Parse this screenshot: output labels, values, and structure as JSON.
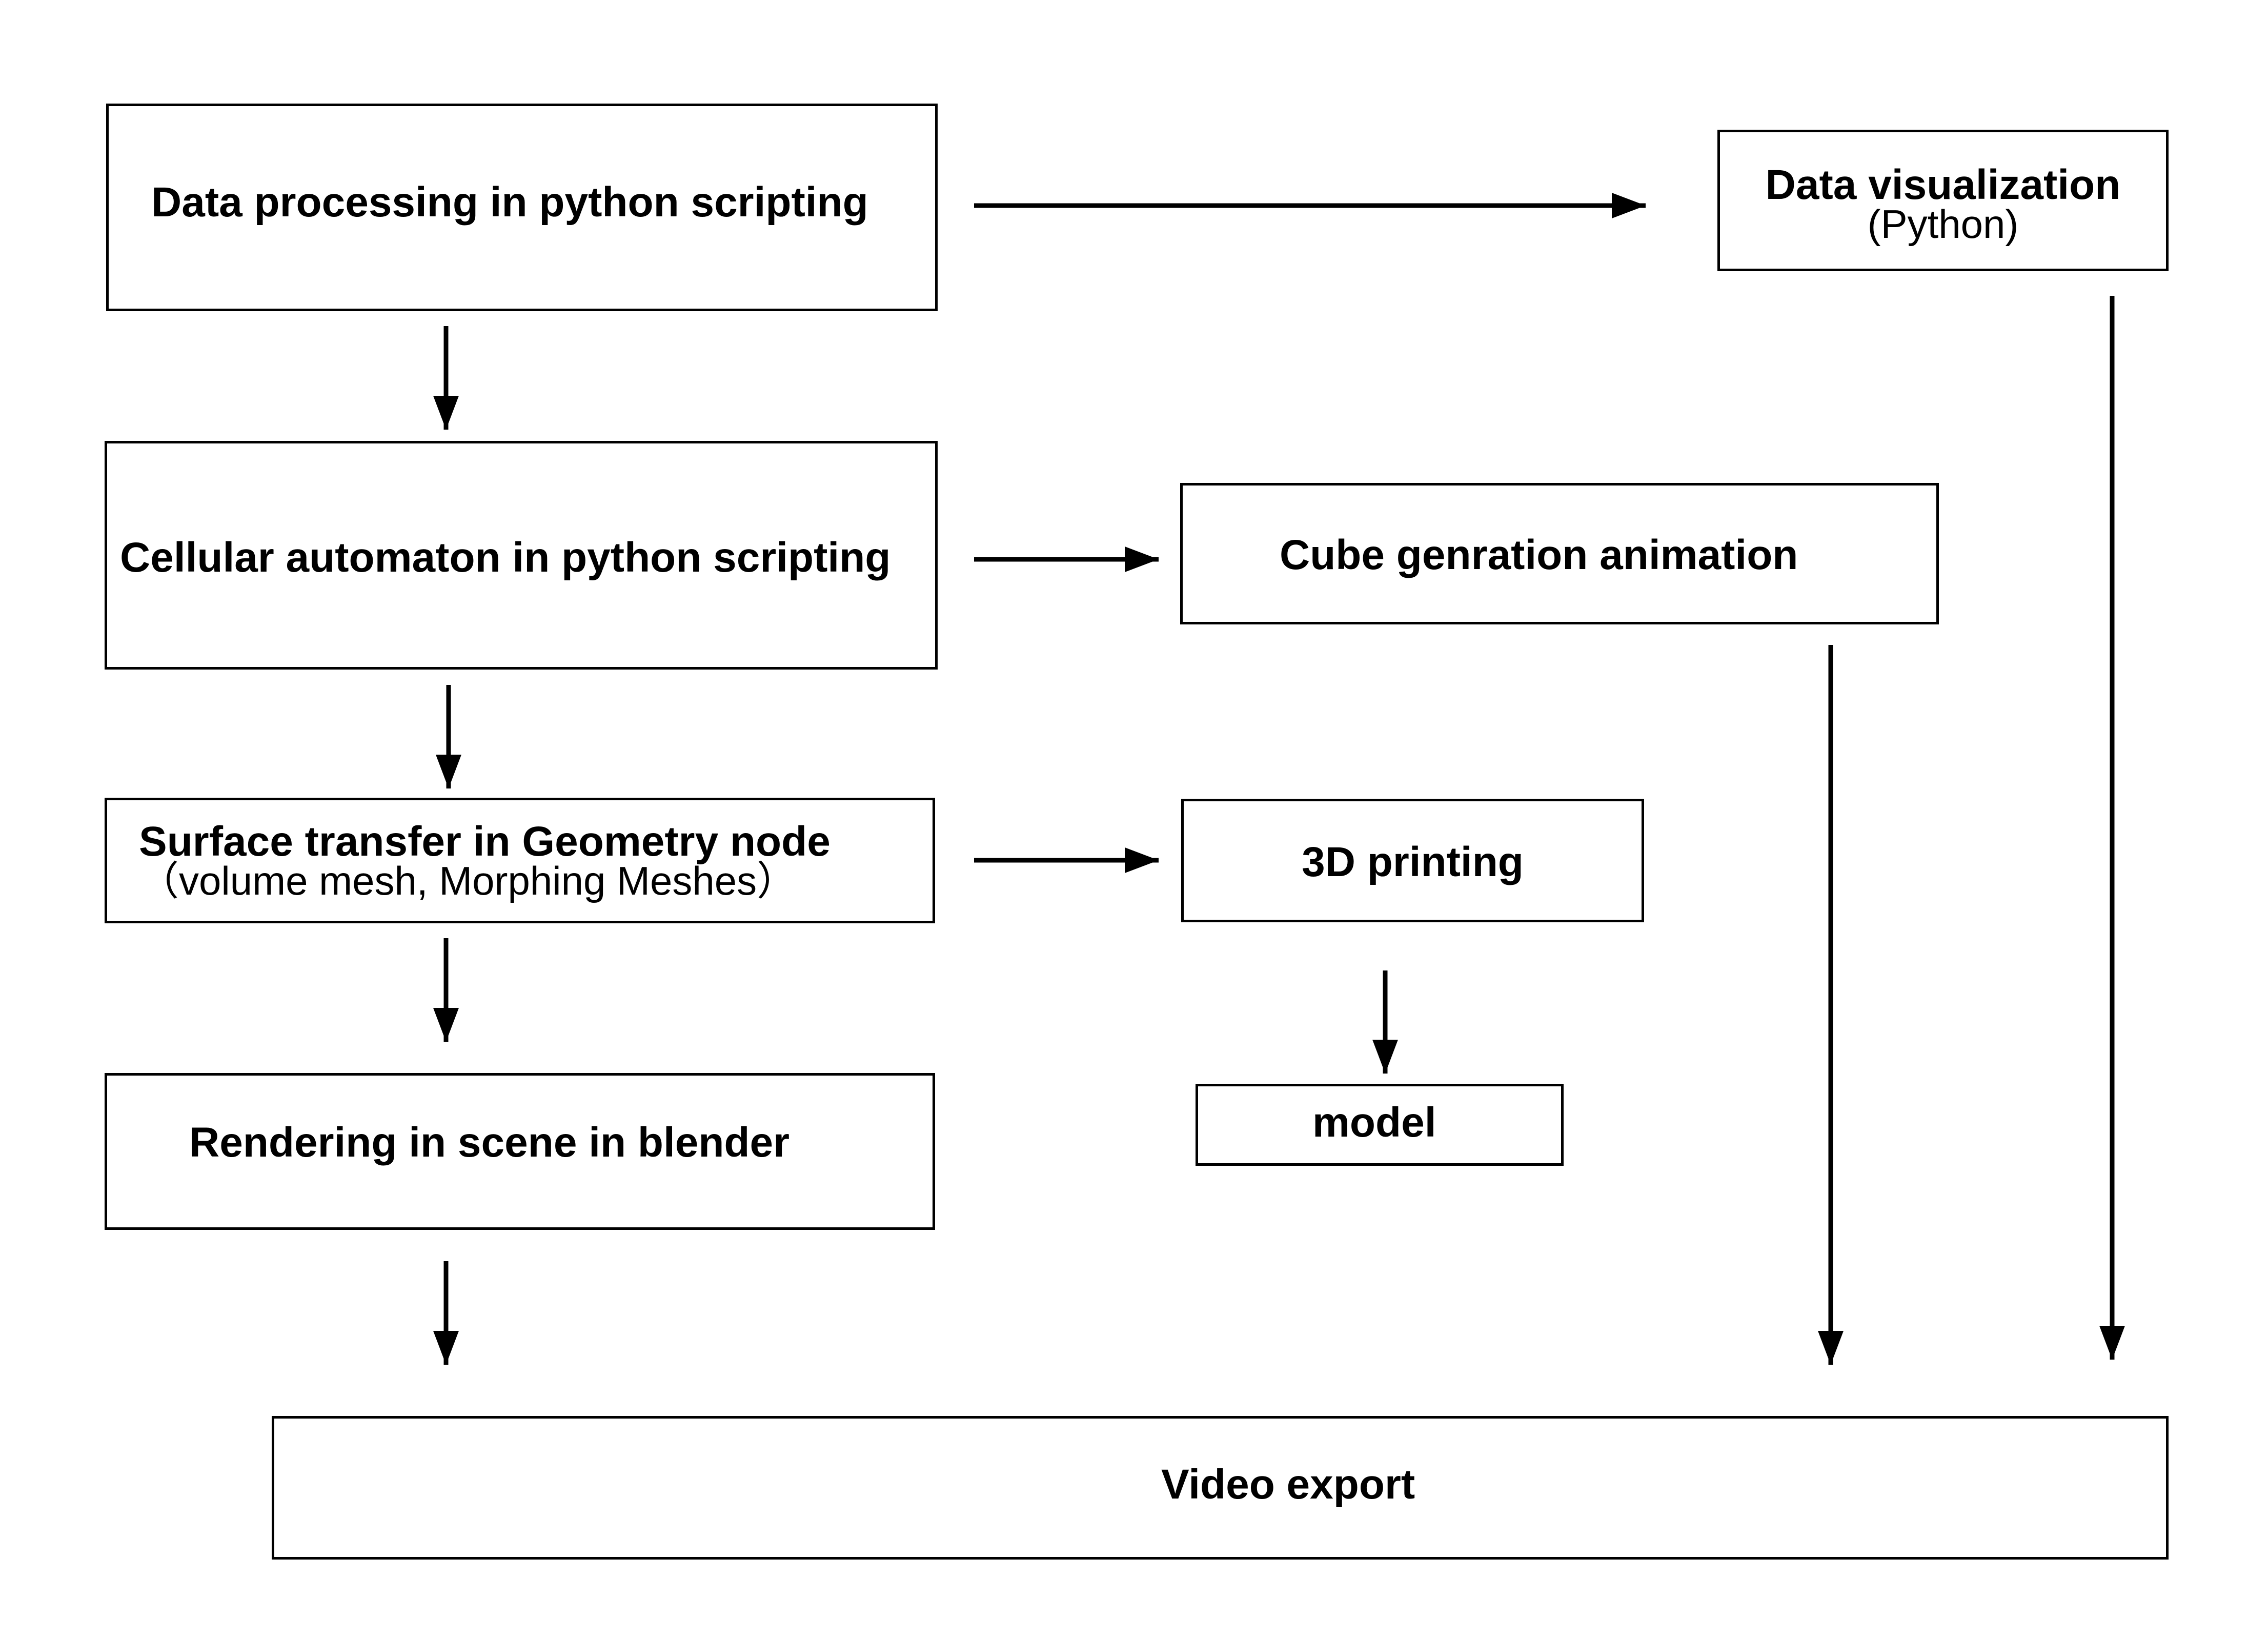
{
  "diagram": {
    "nodes": {
      "data_processing": {
        "label": "Data processing in python scripting"
      },
      "data_visualization": {
        "label": "Data visualization",
        "sublabel": "(Python)"
      },
      "cellular_automaton": {
        "label": "Cellular automaton in python scripting"
      },
      "cube_generation": {
        "label": "Cube genration animation"
      },
      "surface_transfer": {
        "label": "Surface transfer in Geometry node",
        "sublabel": "（volume mesh, Morphing Meshes）"
      },
      "printing_3d": {
        "label": "3D printing"
      },
      "rendering": {
        "label": "Rendering in scene in blender"
      },
      "model": {
        "label": "model"
      },
      "video_export": {
        "label": "Video export"
      }
    },
    "edges": [
      {
        "from": "data_processing",
        "to": "data_visualization"
      },
      {
        "from": "data_processing",
        "to": "cellular_automaton"
      },
      {
        "from": "cellular_automaton",
        "to": "cube_generation"
      },
      {
        "from": "cellular_automaton",
        "to": "surface_transfer"
      },
      {
        "from": "surface_transfer",
        "to": "printing_3d"
      },
      {
        "from": "surface_transfer",
        "to": "rendering"
      },
      {
        "from": "printing_3d",
        "to": "model"
      },
      {
        "from": "rendering",
        "to": "video_export"
      },
      {
        "from": "cube_generation",
        "to": "video_export"
      },
      {
        "from": "data_visualization",
        "to": "video_export"
      }
    ],
    "colors": {
      "stroke": "#000000",
      "background": "#ffffff"
    }
  }
}
